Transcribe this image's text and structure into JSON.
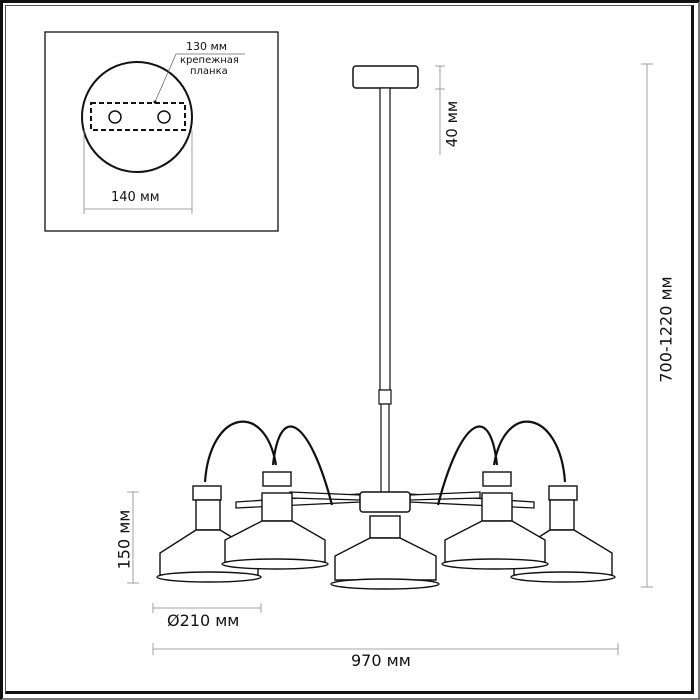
{
  "inset": {
    "mount_plate_width": "130 мм",
    "mount_plate_label_line1": "крепежная",
    "mount_plate_label_line2": "планка",
    "canopy_diameter": "140 мм"
  },
  "dimensions": {
    "canopy_height": "40 мм",
    "total_height": "700-1220 мм",
    "shade_height": "150 мм",
    "shade_diameter": "Ø210 мм",
    "total_width": "970 мм"
  },
  "colors": {
    "line": "#111111",
    "dim_line": "#888888",
    "background": "#ffffff"
  }
}
